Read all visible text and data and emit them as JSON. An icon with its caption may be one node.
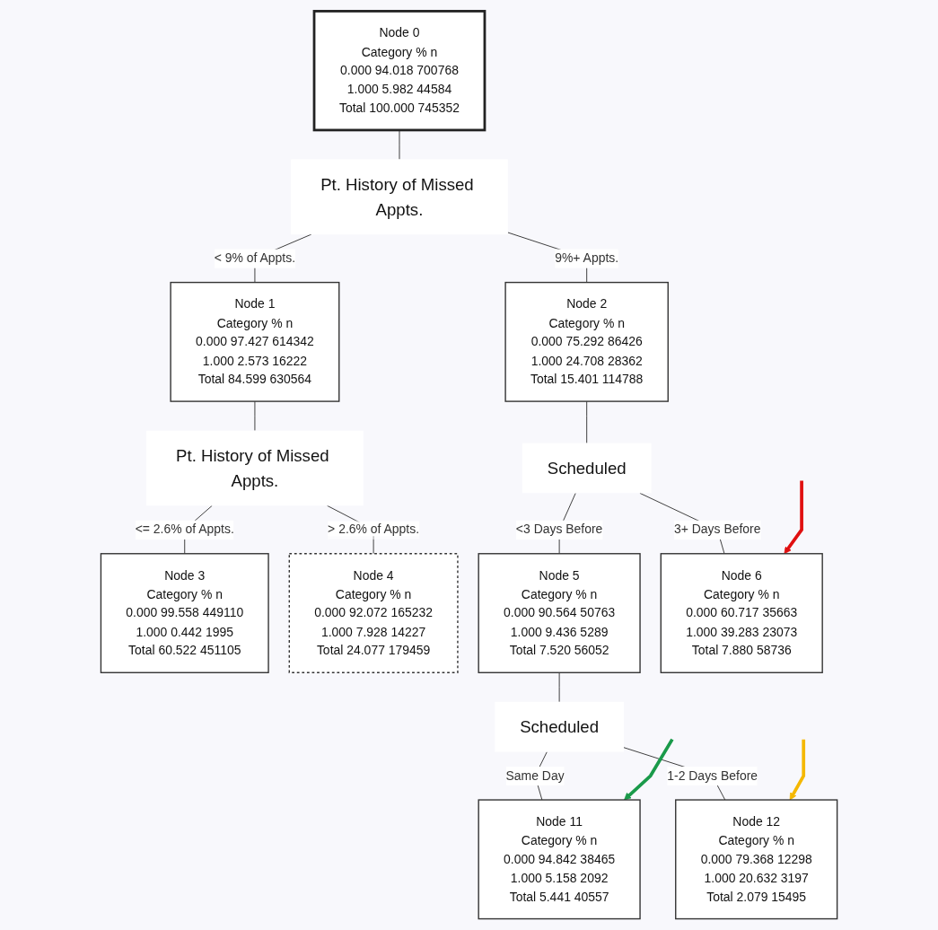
{
  "diagram": {
    "nodes": [
      {
        "text": [
          "Node 0",
          "Category % n",
          "0.000 94.018 700768",
          "1.000 5.982 44584",
          "Total 100.000 745352"
        ]
      },
      {
        "text": [
          "Pt. History of Missed Appts."
        ]
      },
      {
        "text": [
          "Node 1",
          "Category % n",
          "0.000 97.427 614342",
          "1.000 2.573 16222",
          "Total 84.599 630564"
        ]
      },
      {
        "text": [
          "Node 2",
          "Category % n",
          "0.000 75.292 86426",
          "1.000 24.708 28362",
          "Total 15.401 114788"
        ]
      },
      {
        "text": [
          "Pt. History of Missed Appts."
        ]
      },
      {
        "text": [
          "Scheduled"
        ]
      },
      {
        "text": [
          "Node 3",
          "Category % n",
          "0.000 99.558 449110",
          "1.000 0.442 1995",
          "Total 60.522 451105"
        ]
      },
      {
        "text": [
          "Node 4",
          "Category % n",
          "0.000 92.072 165232",
          "1.000 7.928 14227",
          "Total 24.077 179459"
        ]
      },
      {
        "text": [
          "Node 5",
          "Category % n",
          "0.000 90.564 50763",
          "1.000 9.436 5289",
          "Total 7.520 56052"
        ]
      },
      {
        "text": [
          "Node 6",
          "Category % n",
          "0.000 60.717 35663",
          "1.000 39.283 23073",
          "Total 7.880 58736"
        ]
      },
      {
        "text": [
          "Scheduled"
        ]
      },
      {
        "text": [
          "Node 11",
          "Category % n",
          "0.000 94.842 38465",
          "1.000 5.158 2092",
          "Total 5.441 40557"
        ]
      },
      {
        "text": [
          "Node 12",
          "Category % n",
          "0.000 79.368 12298",
          "1.000 20.632 3197",
          "Total 2.079 15495"
        ]
      }
    ],
    "edges": [
      {
        "from": 0,
        "to": 1,
        "arrow": "none"
      },
      {
        "from": 1,
        "to": 2,
        "arrow": "none",
        "label": "< 9% of Appts."
      },
      {
        "from": 1,
        "to": 3,
        "arrow": "none",
        "label": "9%+ Appts."
      },
      {
        "from": 2,
        "to": 4,
        "arrow": "none"
      },
      {
        "from": 3,
        "to": 5,
        "arrow": "none"
      },
      {
        "from": 4,
        "to": 6,
        "arrow": "none",
        "label": "<= 2.6% of Appts."
      },
      {
        "from": 4,
        "to": 7,
        "arrow": "none",
        "label": "> 2.6% of Appts."
      },
      {
        "from": 5,
        "to": 8,
        "arrow": "none",
        "label": "<3 Days Before"
      },
      {
        "from": 5,
        "to": 9,
        "arrow": "none",
        "label": "3+ Days Before"
      },
      {
        "from": 8,
        "to": 10,
        "arrow": "none"
      },
      {
        "from": 10,
        "to": 11,
        "arrow": "none",
        "label": "Same Day"
      },
      {
        "from": 10,
        "to": 12,
        "arrow": "none",
        "label": "1-2 Days Before"
      },
      {
        "from": null,
        "to": 9,
        "arrow": "to",
        "style": "thick",
        "color": "#e01010"
      },
      {
        "from": null,
        "to": 12,
        "arrow": "to",
        "style": "thick",
        "color": "#f5b800"
      },
      {
        "from": null,
        "to": 11,
        "arrow": "to",
        "style": "thick",
        "color": "#1a9a4a"
      }
    ]
  }
}
